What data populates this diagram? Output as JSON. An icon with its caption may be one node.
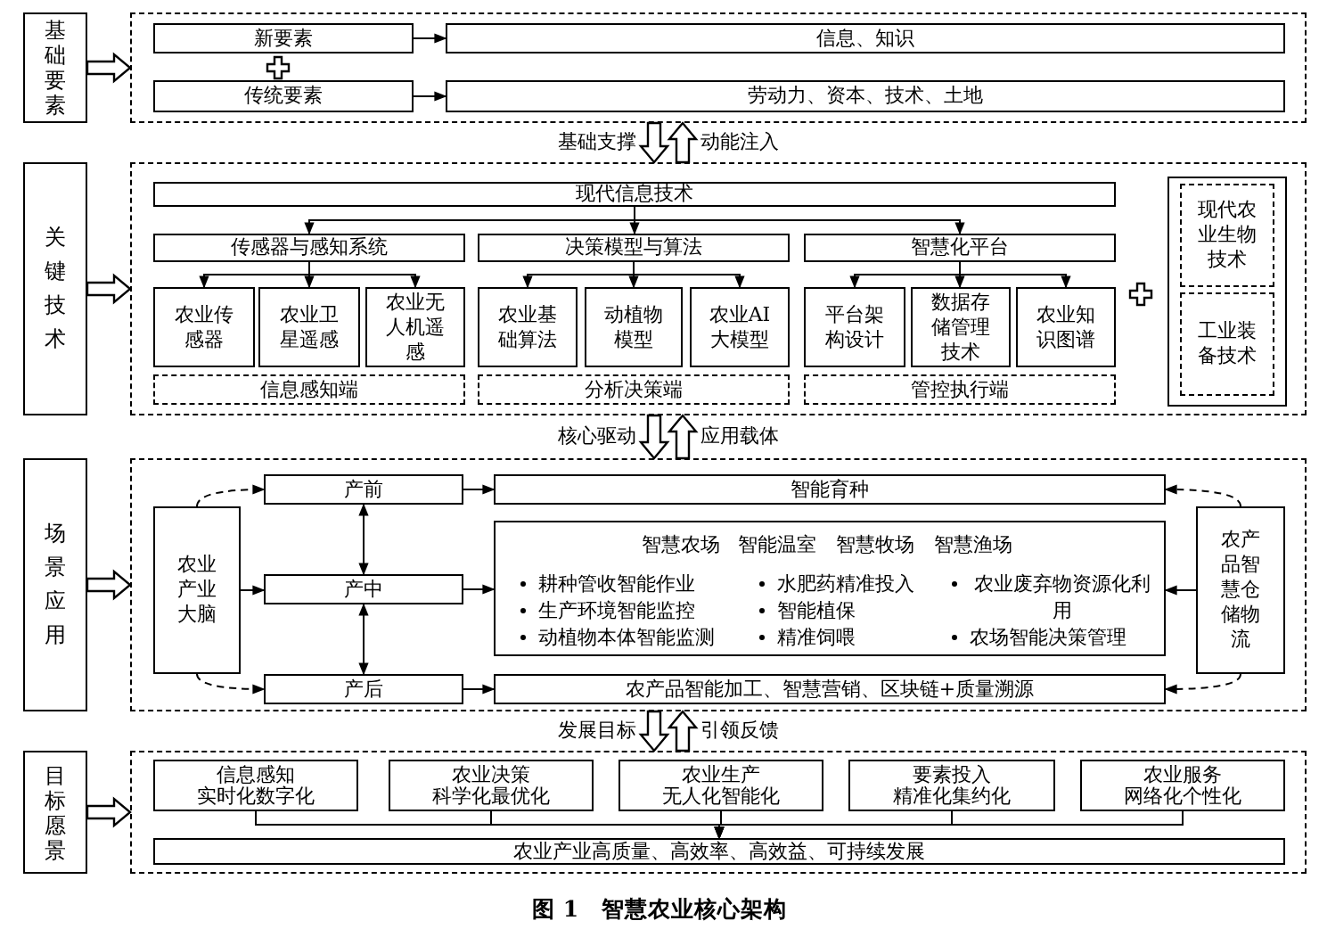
{
  "diagram": {
    "caption": "图 1　智慧农业核心架构",
    "nodes": [
      {
        "text": [
          "基础要素"
        ]
      },
      {
        "text": [],
        "shape": "box"
      },
      {
        "text": [
          "新要素"
        ],
        "in": 1
      },
      {
        "text": [
          "信息、知识"
        ],
        "in": 1
      },
      {
        "text": [
          "传统要素"
        ],
        "in": 1
      },
      {
        "text": [
          "劳动力、资本、技术、土地"
        ],
        "in": 1
      },
      {
        "text": [
          "关键技术"
        ]
      },
      {
        "text": [],
        "shape": "box"
      },
      {
        "text": [
          "现代信息技术"
        ],
        "in": 7
      },
      {
        "text": [
          "传感器与感知系统"
        ],
        "in": 7
      },
      {
        "text": [
          "决策模型与算法"
        ],
        "in": 7
      },
      {
        "text": [
          "智慧化平台"
        ],
        "in": 7
      },
      {
        "text": [
          "农业传感器"
        ],
        "in": 7
      },
      {
        "text": [
          "农业卫星遥感"
        ],
        "in": 7
      },
      {
        "text": [
          "农业无人机遥感"
        ],
        "in": 7
      },
      {
        "text": [
          "农业基础算法"
        ],
        "in": 7
      },
      {
        "text": [
          "动植物模型"
        ],
        "in": 7
      },
      {
        "text": [
          "农业AI大模型"
        ],
        "in": 7
      },
      {
        "text": [
          "平台架构设计"
        ],
        "in": 7
      },
      {
        "text": [
          "数据存储管理技术"
        ],
        "in": 7
      },
      {
        "text": [
          "农业知识图谱"
        ],
        "in": 7
      },
      {
        "text": [
          "信息感知端"
        ],
        "in": 7
      },
      {
        "text": [
          "分析决策端"
        ],
        "in": 7
      },
      {
        "text": [
          "管控执行端"
        ],
        "in": 7
      },
      {
        "text": [],
        "shape": "box",
        "in": 7
      },
      {
        "text": [
          "现代农业生物技术"
        ],
        "in": 24
      },
      {
        "text": [
          "工业装备技术"
        ],
        "in": 24
      },
      {
        "text": [
          "场景应用"
        ]
      },
      {
        "text": [],
        "shape": "box"
      },
      {
        "text": [
          "农业产业大脑"
        ],
        "in": 28
      },
      {
        "text": [
          "产前"
        ],
        "in": 28
      },
      {
        "text": [
          "产中"
        ],
        "in": 28
      },
      {
        "text": [
          "产后"
        ],
        "in": 28
      },
      {
        "text": [
          "智能育种"
        ],
        "in": 28
      },
      {
        "text": [
          "智慧农场",
          "智能温室",
          "智慧牧场",
          "智慧渔场",
          "耕种管收智能作业",
          "生产环境智能监控",
          "动植物本体智能监测",
          "水肥药精准投入",
          "智能植保",
          "精准饲喂",
          "农业废弃物资源化利用",
          "农场智能决策管理"
        ],
        "in": 28
      },
      {
        "text": [
          "农产品智能加工、智慧营销、区块链+质量溯源"
        ],
        "in": 28
      },
      {
        "text": [
          "农产品智慧仓储物流"
        ],
        "in": 28
      },
      {
        "text": [
          "目标愿景"
        ]
      },
      {
        "text": [],
        "shape": "box"
      },
      {
        "text": [
          "信息感知",
          "实时化数字化"
        ],
        "in": 38
      },
      {
        "text": [
          "农业决策",
          "科学化最优化"
        ],
        "in": 38
      },
      {
        "text": [
          "农业生产",
          "无人化智能化"
        ],
        "in": 38
      },
      {
        "text": [
          "要素投入",
          "精准化集约化"
        ],
        "in": 38
      },
      {
        "text": [
          "农业服务",
          "网络化个性化"
        ],
        "in": 38
      },
      {
        "text": [
          "农业产业高质量、高效率、高效益、可持续发展"
        ],
        "in": 38
      }
    ],
    "edges": [
      {
        "from": 0,
        "to": 1,
        "arrow": "to",
        "style": "thick"
      },
      {
        "from": 2,
        "to": 3,
        "arrow": "to"
      },
      {
        "from": 4,
        "to": 5,
        "arrow": "to"
      },
      {
        "from": 1,
        "to": 7,
        "arrow": "to",
        "style": "thick",
        "label": "基础支撑"
      },
      {
        "from": 7,
        "to": 1,
        "arrow": "to",
        "style": "thick",
        "label": "动能注入"
      },
      {
        "from": 6,
        "to": 7,
        "arrow": "to",
        "style": "thick"
      },
      {
        "from": 8,
        "to": 9,
        "arrow": "to"
      },
      {
        "from": 8,
        "to": 10,
        "arrow": "to"
      },
      {
        "from": 8,
        "to": 11,
        "arrow": "to"
      },
      {
        "from": 9,
        "to": 12,
        "arrow": "to"
      },
      {
        "from": 9,
        "to": 13,
        "arrow": "to"
      },
      {
        "from": 9,
        "to": 14,
        "arrow": "to"
      },
      {
        "from": 10,
        "to": 15,
        "arrow": "to"
      },
      {
        "from": 10,
        "to": 16,
        "arrow": "to"
      },
      {
        "from": 10,
        "to": 17,
        "arrow": "to"
      },
      {
        "from": 11,
        "to": 18,
        "arrow": "to"
      },
      {
        "from": 11,
        "to": 19,
        "arrow": "to"
      },
      {
        "from": 11,
        "to": 20,
        "arrow": "to"
      },
      {
        "from": 27,
        "to": 28,
        "arrow": "to",
        "style": "thick"
      },
      {
        "from": 7,
        "to": 28,
        "arrow": "to",
        "style": "thick",
        "label": "核心驱动"
      },
      {
        "from": 28,
        "to": 7,
        "arrow": "to",
        "style": "thick",
        "label": "应用载体"
      },
      {
        "from": 30,
        "to": 33,
        "arrow": "to"
      },
      {
        "from": 31,
        "to": 34,
        "arrow": "to"
      },
      {
        "from": 32,
        "to": 35,
        "arrow": "to"
      },
      {
        "from": 30,
        "to": 31,
        "arrow": "both"
      },
      {
        "from": 31,
        "to": 32,
        "arrow": "both"
      },
      {
        "from": 29,
        "to": 31,
        "arrow": "to"
      },
      {
        "from": 29,
        "to": 30,
        "arrow": "to",
        "style": "dashed"
      },
      {
        "from": 29,
        "to": 32,
        "arrow": "to",
        "style": "dashed"
      },
      {
        "from": 36,
        "to": 33,
        "arrow": "to",
        "style": "dashed"
      },
      {
        "from": 36,
        "to": 34,
        "arrow": "to"
      },
      {
        "from": 36,
        "to": 35,
        "arrow": "to",
        "style": "dashed"
      },
      {
        "from": 28,
        "to": 38,
        "arrow": "to",
        "style": "thick",
        "label": "发展目标"
      },
      {
        "from": 38,
        "to": 28,
        "arrow": "to",
        "style": "thick",
        "label": "引领反馈"
      },
      {
        "from": 37,
        "to": 38,
        "arrow": "to",
        "style": "thick"
      },
      {
        "from": 39,
        "to": 44,
        "arrow": "to"
      },
      {
        "from": 40,
        "to": 44,
        "arrow": "to"
      },
      {
        "from": 41,
        "to": 44,
        "arrow": "to"
      },
      {
        "from": 42,
        "to": 44,
        "arrow": "to"
      },
      {
        "from": 43,
        "to": 44,
        "arrow": "to"
      }
    ]
  }
}
